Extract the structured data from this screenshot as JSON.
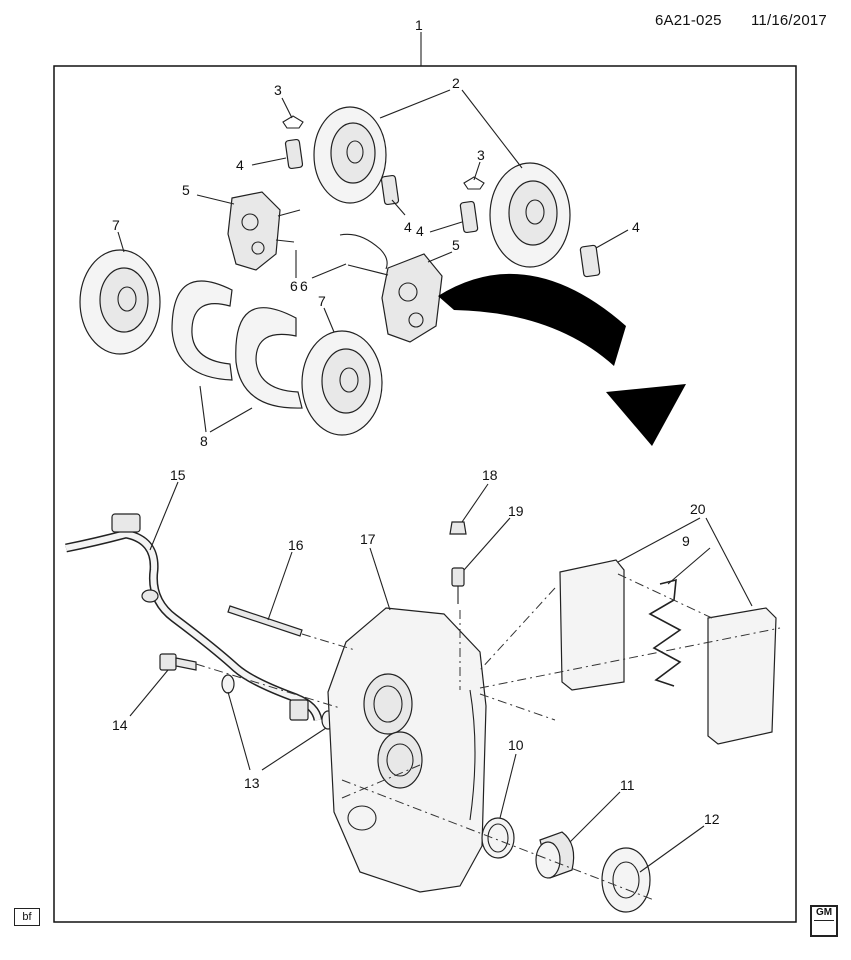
{
  "header": {
    "code": "6A21-025",
    "date": "11/16/2017"
  },
  "footer": {
    "left_badge": "bf",
    "logo_text": "GM"
  },
  "callouts": [
    "1",
    "2",
    "3",
    "3",
    "4",
    "4",
    "4",
    "4",
    "5",
    "5",
    "6",
    "6",
    "7",
    "7",
    "8",
    "9",
    "10",
    "11",
    "12",
    "13",
    "14",
    "15",
    "16",
    "17",
    "18",
    "19",
    "20"
  ],
  "colors": {
    "line": "#222222",
    "arrow": "#000000",
    "background": "#ffffff"
  }
}
